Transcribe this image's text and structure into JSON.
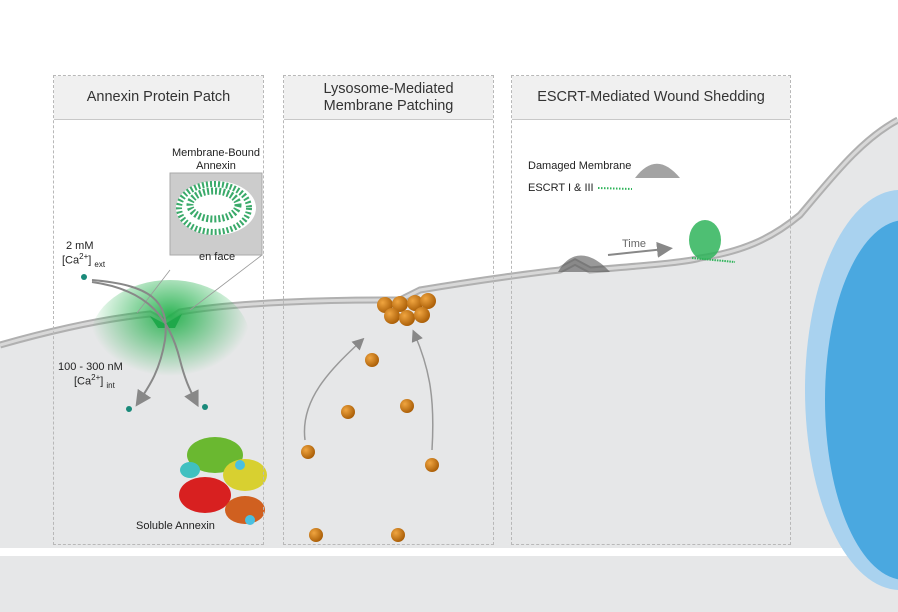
{
  "panels": [
    {
      "title": "Annexin Protein Patch"
    },
    {
      "title_line1": "Lysosome-Mediated",
      "title_line2": "Membrane Patching"
    },
    {
      "title": "ESCRT-Mediated Wound Shedding"
    }
  ],
  "annexin": {
    "inset_title_line1": "Membrane-Bound",
    "inset_title_line2": "Annexin",
    "inset_caption": "en face",
    "ext_conc": "2 mM",
    "ext_label": "[Ca",
    "ext_sup": "2+",
    "ext_sub": "ext",
    "int_conc": "100 - 300 nM",
    "int_label": "[Ca",
    "int_sup": "2+",
    "int_sub": "int",
    "soluble_label": "Soluble Annexin"
  },
  "escrt": {
    "legend_damaged": "Damaged Membrane",
    "legend_escrt": "ESCRT I & III",
    "time_label": "Time"
  },
  "colors": {
    "annexin_green": "#2fb45a",
    "lysosome": "#c8780f",
    "calcium": "#1a8a7a",
    "nucleus": "#4aa8e0",
    "cytoplasm": "#e6e7e8"
  }
}
